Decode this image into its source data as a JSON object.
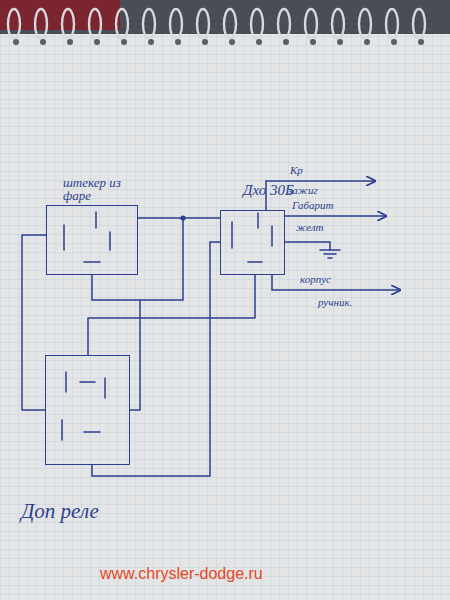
{
  "diagram": {
    "nodes": [
      {
        "text": [
          "штекер из фаре"
        ]
      },
      {
        "text": [
          "Дхо 30Б"
        ]
      },
      {
        "text": [
          "Доп реле"
        ]
      }
    ],
    "edges": [
      {
        "from": 0,
        "to": 1,
        "arrow": "none"
      },
      {
        "from": 1,
        "to": 2,
        "arrow": "none"
      },
      {
        "from": 0,
        "to": 2,
        "arrow": "none"
      }
    ],
    "labels": [
      "Кр",
      "зажиг",
      "Габарит",
      "желт",
      "корпус",
      "ручник.",
      "www.chrysler-dodge.ru"
    ]
  }
}
